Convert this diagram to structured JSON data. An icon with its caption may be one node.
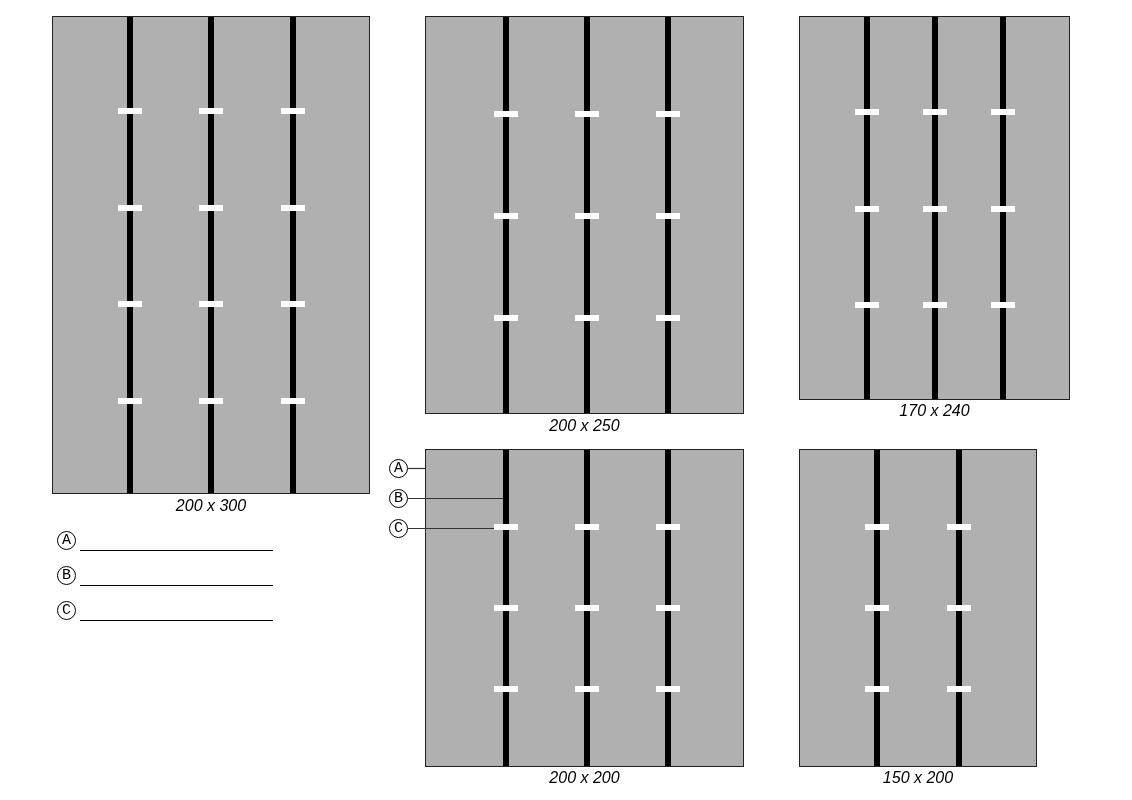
{
  "diagram": {
    "nodes": [
      {
        "text": [],
        "shape": "box",
        "beside": [
          "200 x 300"
        ]
      },
      {
        "text": [],
        "shape": "box",
        "beside": [
          "200 x 250"
        ]
      },
      {
        "text": [],
        "shape": "box",
        "beside": [
          "170 x 240"
        ]
      },
      {
        "text": [],
        "shape": "box",
        "beside": [
          "200 x 200"
        ]
      },
      {
        "text": [],
        "shape": "box",
        "beside": [
          "150 x 200"
        ]
      },
      {
        "text": [
          "A"
        ]
      },
      {
        "text": [
          "B"
        ]
      },
      {
        "text": [
          "C"
        ]
      },
      {
        "text": [],
        "shape": "bar",
        "in": 3
      },
      {
        "text": [],
        "shape": "bar",
        "in": 3
      },
      {
        "text": [
          "A"
        ]
      },
      {
        "text": [
          "B"
        ]
      },
      {
        "text": [
          "C"
        ]
      }
    ],
    "edges": [
      {
        "from": 5,
        "to": 3,
        "arrow": "none"
      },
      {
        "from": 6,
        "to": 8,
        "arrow": "none"
      },
      {
        "from": 7,
        "to": 9,
        "arrow": "none"
      }
    ]
  }
}
